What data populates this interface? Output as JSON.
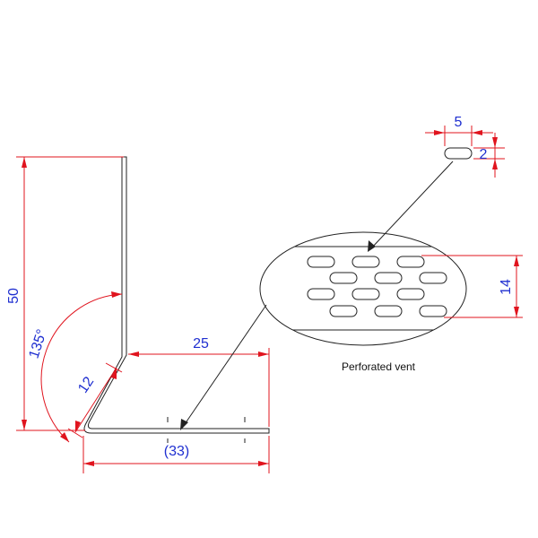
{
  "drawing": {
    "dimensions": {
      "height": "50",
      "horizontal_leg": "25",
      "angled_leg": "12",
      "angle": "135°",
      "total_length": "(33)",
      "slot_length": "5",
      "slot_width": "2",
      "vent_band": "14"
    },
    "vent_label": "Perforated vent"
  },
  "colors": {
    "dimension_line": "#e0141e",
    "dimension_text": "#1f2fd0",
    "part_outline": "#222222"
  }
}
